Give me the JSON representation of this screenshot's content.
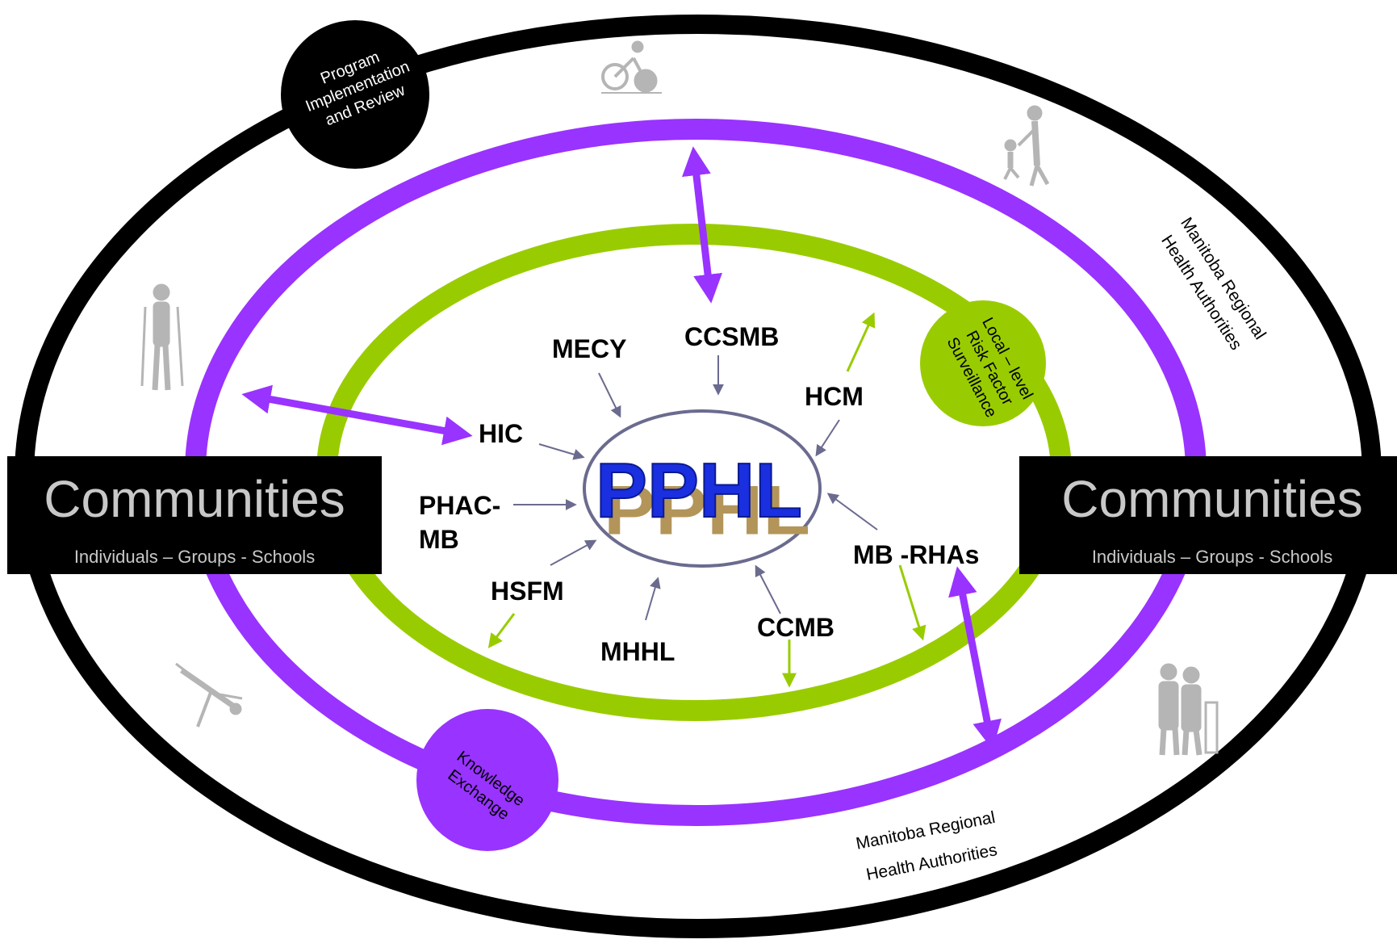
{
  "center": {
    "logo": "PPHL"
  },
  "organizations": {
    "mecy": "MECY",
    "ccsmb": "CCSMB",
    "hcm": "HCM",
    "hic": "HIC",
    "phac_line1": "PHAC-",
    "phac_line2": "MB",
    "hsfm": "HSFM",
    "mhhl": "MHHL",
    "ccmb": "CCMB",
    "mb_rhas": "MB -RHAs"
  },
  "badges": {
    "program": {
      "line1": "Program",
      "line2": "Implementation",
      "line3": "and Review"
    },
    "surveillance": {
      "line1": "Local – level",
      "line2": "Risk Factor",
      "line3": "Surveillance"
    },
    "knowledge": {
      "line1": "Knowledge",
      "line2": "Exchange"
    }
  },
  "communities": {
    "left": {
      "title": "Communities",
      "subtitle": "Individuals – Groups - Schools"
    },
    "right": {
      "title": "Communities",
      "subtitle": "Individuals – Groups - Schools"
    }
  },
  "rha_labels": {
    "top_right": {
      "line1": "Manitoba Regional",
      "line2": "Health Authorities"
    },
    "bottom": {
      "line1": "Manitoba Regional",
      "line2": "Health Authorities"
    }
  },
  "colors": {
    "outer_ring": "#000000",
    "purple_ring": "#9933ff",
    "green_ring": "#99cc00",
    "center_ring": "#6b6b8f",
    "logo_blue": "#1a2fe0",
    "logo_shadow": "#b3955a",
    "figure_gray": "#b5b5b5"
  },
  "icons": [
    "cyclist-figure",
    "parent-child-figure",
    "crutches-figure",
    "diver-figure",
    "walker-couple-figure"
  ]
}
